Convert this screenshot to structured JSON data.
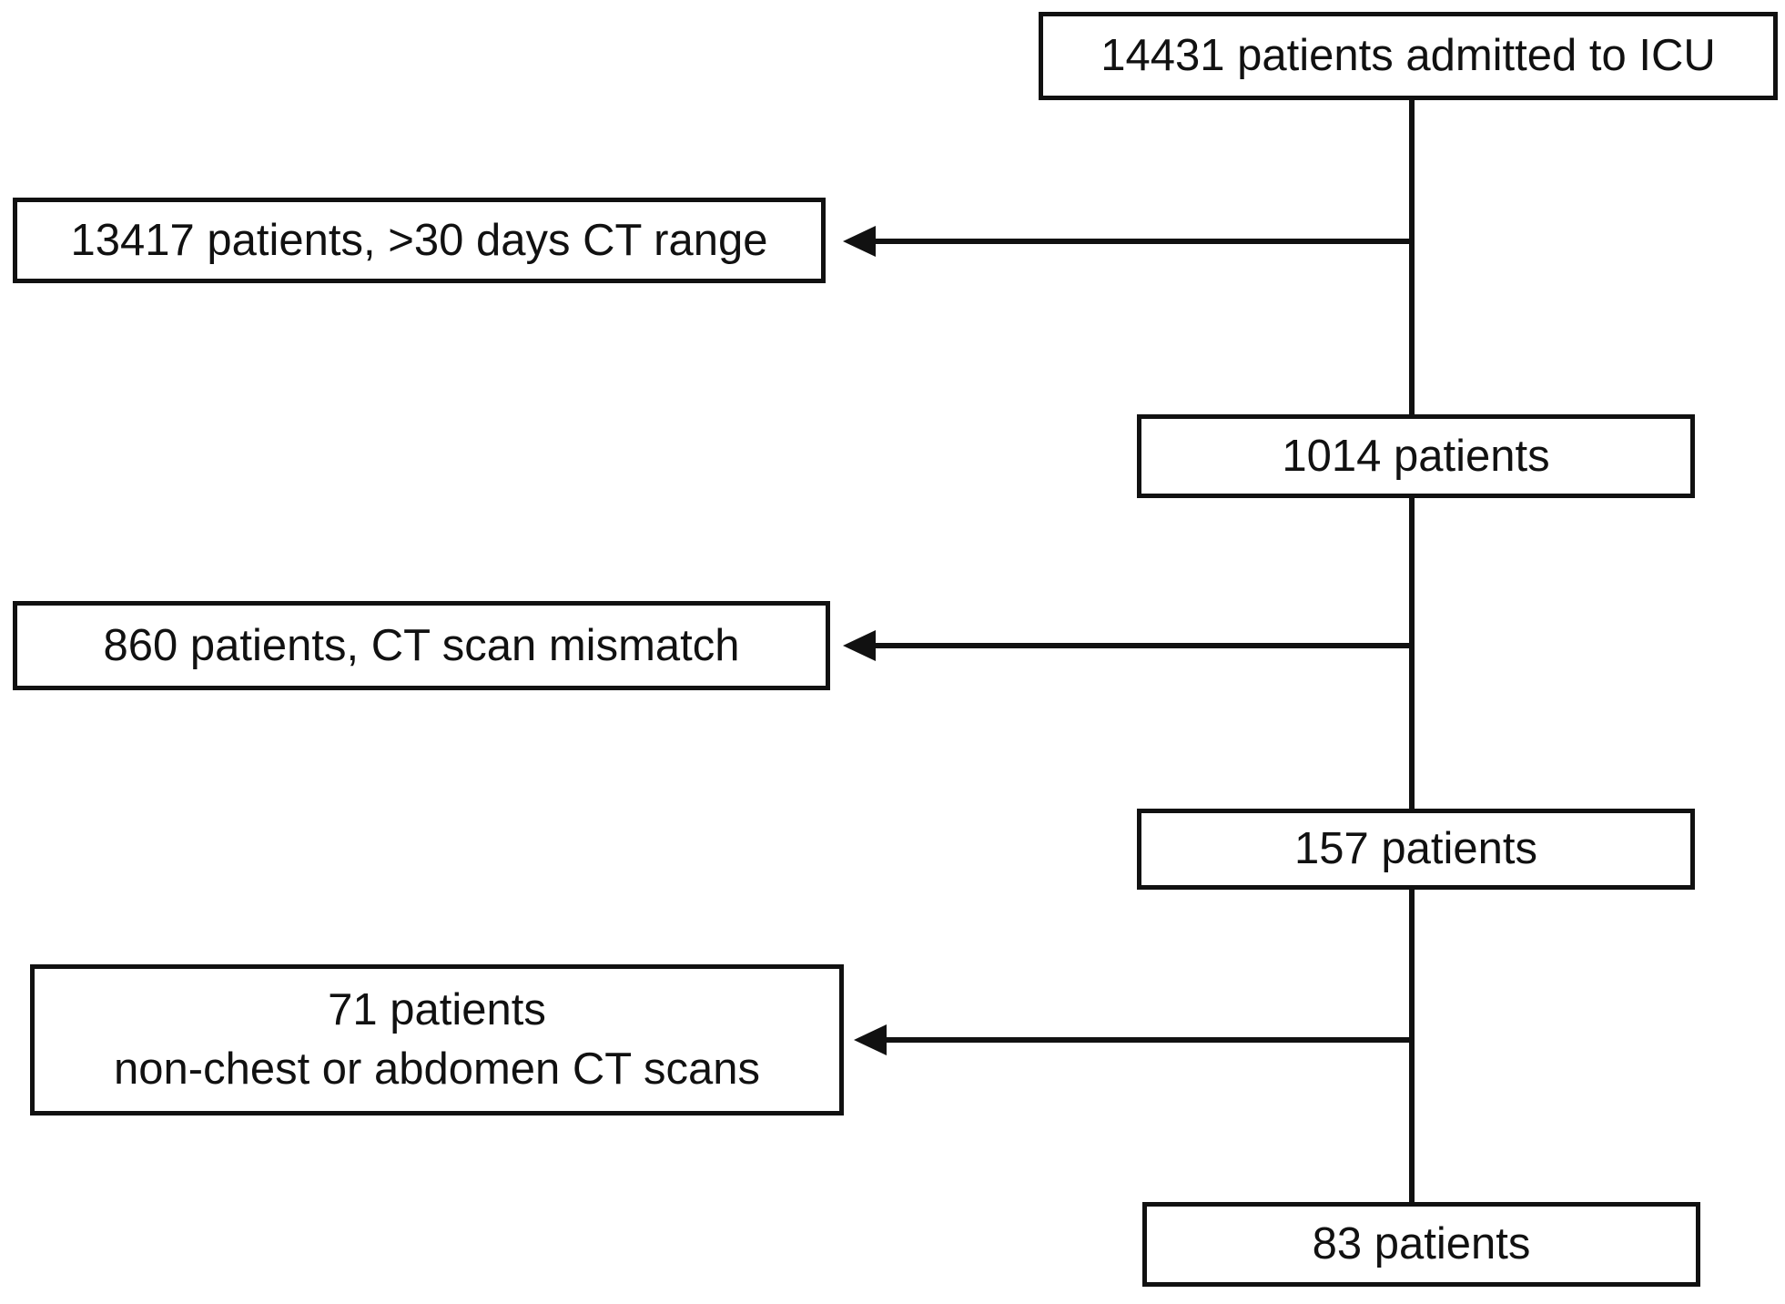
{
  "diagram": {
    "type": "flowchart",
    "colors": {
      "background": "#ffffff",
      "line": "#111111",
      "text": "#111111",
      "box_fill": "#ffffff"
    },
    "main_flow": [
      {
        "label": "14431 patients admitted to ICU"
      },
      {
        "label": "1014 patients"
      },
      {
        "label": "157 patients"
      },
      {
        "label": "83 patients"
      }
    ],
    "exclusions": [
      {
        "lines": [
          "13417 patients, >30 days CT range"
        ]
      },
      {
        "lines": [
          "860 patients, CT scan mismatch"
        ]
      },
      {
        "lines": [
          "71 patients",
          "non-chest or abdomen CT scans"
        ]
      }
    ]
  }
}
